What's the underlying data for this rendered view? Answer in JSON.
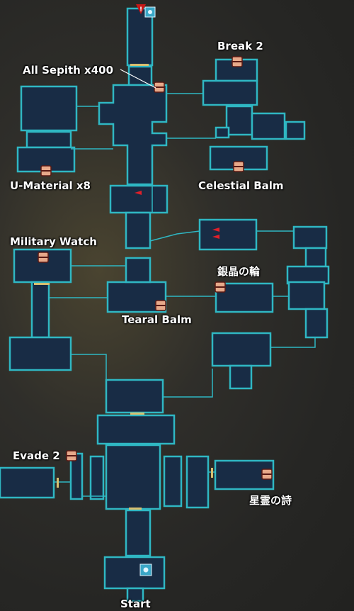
{
  "map": {
    "colors": {
      "room_fill": "#182c45",
      "room_stroke": "#2fb7c3",
      "door": "#d8c070",
      "arrow": "#e0202a"
    },
    "labels": {
      "break_2": "Break 2",
      "all_sepith": "All Sepith x400",
      "u_material": "U-Material x8",
      "celestial_balm": "Celestial Balm",
      "military_watch": "Military Watch",
      "silver_crystal_ring": "銀晶の輪",
      "tearal_balm": "Tearal Balm",
      "evade_2": "Evade 2",
      "star_spirit_poem": "星霊の詩",
      "start": "Start"
    },
    "icons": [
      "treasure-chest-icon",
      "exit-warning-icon",
      "teleport-crystal-icon",
      "direction-arrow-icon"
    ]
  }
}
